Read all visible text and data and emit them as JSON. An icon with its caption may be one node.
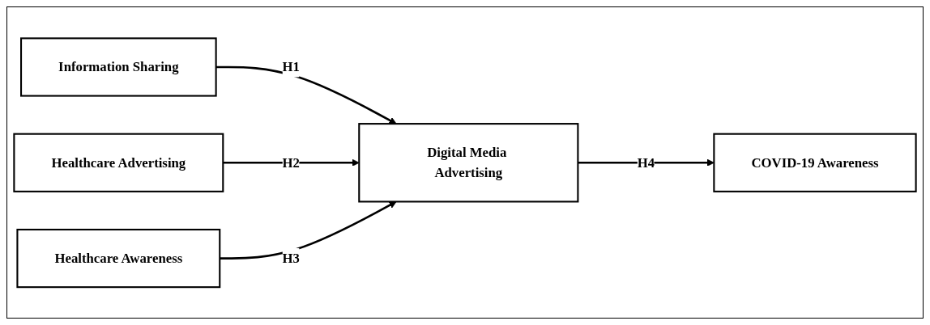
{
  "diagram": {
    "nodes": [
      {
        "text": [
          "Information Sharing"
        ]
      },
      {
        "text": [
          "Healthcare Advertising"
        ]
      },
      {
        "text": [
          "Healthcare Awareness"
        ]
      },
      {
        "text": [
          "Digital Media Advertising"
        ]
      },
      {
        "text": [
          "COVID-19 Awareness"
        ]
      }
    ],
    "edges": [
      {
        "from": 0,
        "to": 3,
        "arrow": "to",
        "label": "H1"
      },
      {
        "from": 1,
        "to": 3,
        "arrow": "to",
        "label": "H2"
      },
      {
        "from": 2,
        "to": 3,
        "arrow": "to",
        "label": "H3"
      },
      {
        "from": 3,
        "to": 4,
        "arrow": "to",
        "label": "H4"
      }
    ]
  }
}
